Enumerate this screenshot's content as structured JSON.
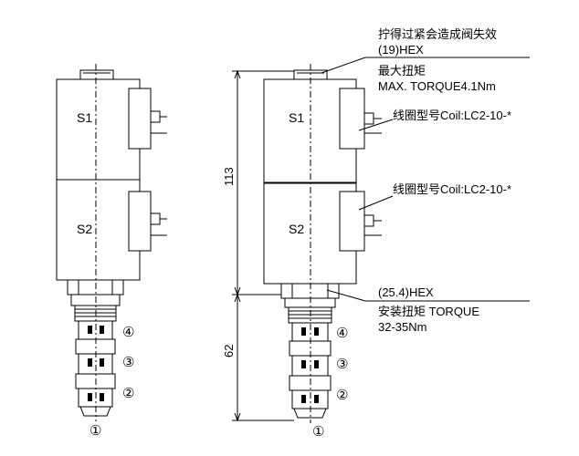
{
  "left_view": {
    "coil_labels": [
      "S1",
      "S2"
    ],
    "port_labels": [
      "④",
      "③",
      "②",
      "①"
    ]
  },
  "right_view": {
    "coil_labels": [
      "S1",
      "S2"
    ],
    "port_labels": [
      "④",
      "③",
      "②",
      "①"
    ],
    "dimensions": {
      "coil_height": "113",
      "cartridge_height": "62"
    },
    "annotations": {
      "nut_warning": "拧得过紧会造成阀失效",
      "nut_hex": "(19)HEX",
      "max_torque_cn": "最大扭矩",
      "max_torque_en": "MAX. TORQUE4.1Nm",
      "coil_top": "线圈型号Coil:LC2-10-*",
      "coil_bottom": "线圈型号Coil:LC2-10-*",
      "body_hex": "(25.4)HEX",
      "install_torque_label": "安装扭矩 TORQUE",
      "install_torque_value": "32-35Nm"
    }
  }
}
